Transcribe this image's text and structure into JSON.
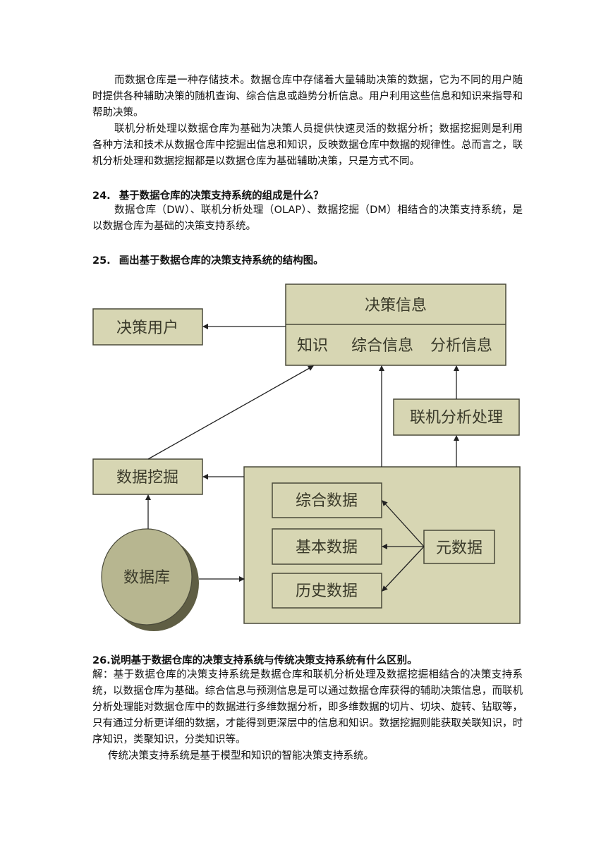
{
  "section23": {
    "p1": "而数据仓库是一种存储技术。数据仓库中存储着大量辅助决策的数据，它为不同的用户随时提供各种辅助决策的随机查询、综合信息或趋势分析信息。用户利用这些信息和知识来指导和帮助决策。",
    "p2": "联机分析处理以数据仓库为基础为决策人员提供快速灵活的数据分析；数据挖掘则是利用各种方法和技术从数据仓库中挖掘出信息和知识，反映数据仓库中数据的规律性。总而言之，联机分析处理和数据挖掘都是以数据仓库为基础辅助决策，只是方式不同。"
  },
  "q24": {
    "number": "24.",
    "title": "基于数据仓库的决策支持系统的组成是什么？",
    "answer": "数据仓库（DW）、联机分析处理（OLAP）、数据挖掘（DM）相结合的决策支持系统，是以数据仓库为基础的决策支持系统。"
  },
  "q25": {
    "number": "25.",
    "title": "画出基于数据仓库的决策支持系统的结构图。"
  },
  "diagram": {
    "decision_info": "决策信息",
    "knowledge": "知识",
    "comprehensive_info": "综合信息",
    "analysis_info": "分析信息",
    "decision_user": "决策用户",
    "olap": "联机分析处理",
    "data_mining": "数据挖掘",
    "database": "数据库",
    "comprehensive_data": "综合数据",
    "basic_data": "基本数据",
    "historical_data": "历史数据",
    "metadata": "元数据",
    "colors": {
      "box_fill": "#d7d6b3",
      "box_stroke": "#4a4a3a",
      "cylinder_fill": "#b7b690",
      "cylinder_side": "#5f5e44"
    }
  },
  "q26": {
    "title": "26.说明基于数据仓库的决策支持系统与传统决策支持系统有什么区别。",
    "answer": "解：基于数据仓库的决策支持系统是数据仓库和联机分析处理及数据挖掘相结合的决策支持系统，以数据仓库为基础。综合信息与预测信息是可以通过数据仓库获得的辅助决策信息，而联机分析处理能对数据仓库中的数据进行多维数据分析，即多维数据的切片、切块、旋转、钻取等，只有通过分析更详细的数据，才能得到更深层中的信息和知识。数据挖掘则能获取关联知识，时序知识，类聚知识，分类知识等。",
    "answer2": "传统决策支持系统是基于模型和知识的智能决策支持系统。"
  }
}
